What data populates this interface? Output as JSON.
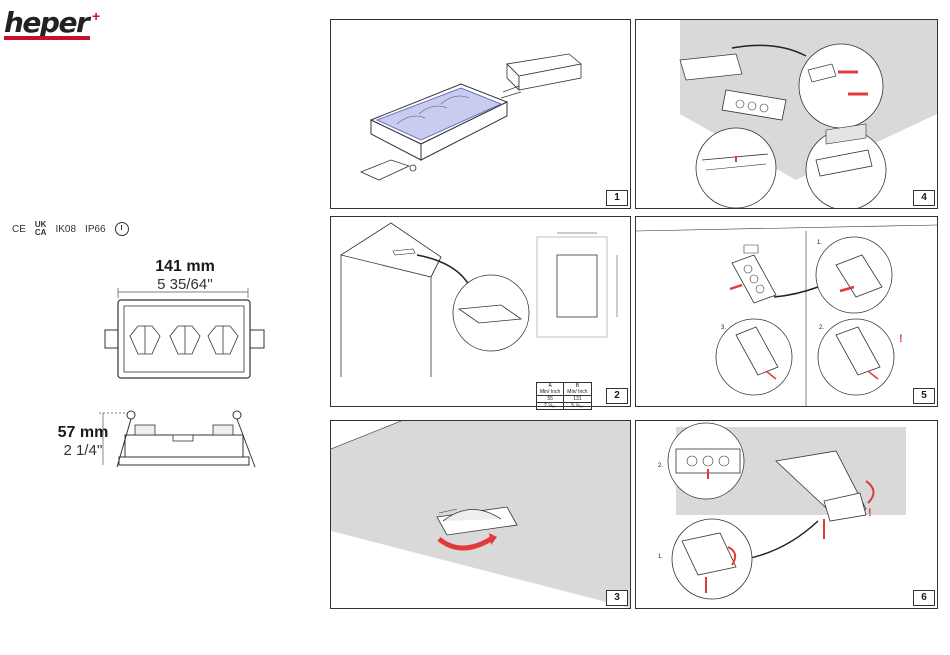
{
  "brand": {
    "logo_text": "heper",
    "logo_plus": "+",
    "red": "#c8102e",
    "dark": "#222222"
  },
  "certifications": {
    "ce": "CE",
    "ukca_top": "UK",
    "ukca_bottom": "CA",
    "ik": "IK08",
    "ip": "IP66",
    "ground_icon": "ground-icon"
  },
  "dimensions": {
    "width_mm": "141 mm",
    "width_in": "5 35/64''",
    "height_mm": "57 mm",
    "height_in": "2 1/4''"
  },
  "panels": [
    {
      "number": "1"
    },
    {
      "number": "2"
    },
    {
      "number": "3"
    },
    {
      "number": "4"
    },
    {
      "number": "5"
    },
    {
      "number": "6"
    }
  ],
  "panel2_table": {
    "col_a_header": "A",
    "col_a_sub": "Min/ Inch",
    "col_b_header": "B",
    "col_b_sub": "Min/ Inch",
    "col_a_mm": "55",
    "col_b_mm": "131",
    "col_a_in": "2 ⅛₆₄",
    "col_b_in": "5 ⅛₆₄",
    "label_a": "A",
    "label_b": "B"
  },
  "panel5_steps": {
    "s1": "1.",
    "s2": "2.",
    "s3": "3.",
    "excl": "!"
  },
  "panel6_steps": {
    "s1": "1.",
    "s2": "2.",
    "excl": "!"
  },
  "colors": {
    "accent_red": "#e23a3a",
    "panel_gray": "#d9d9d9",
    "lens_blue": "#c9ccf0"
  }
}
